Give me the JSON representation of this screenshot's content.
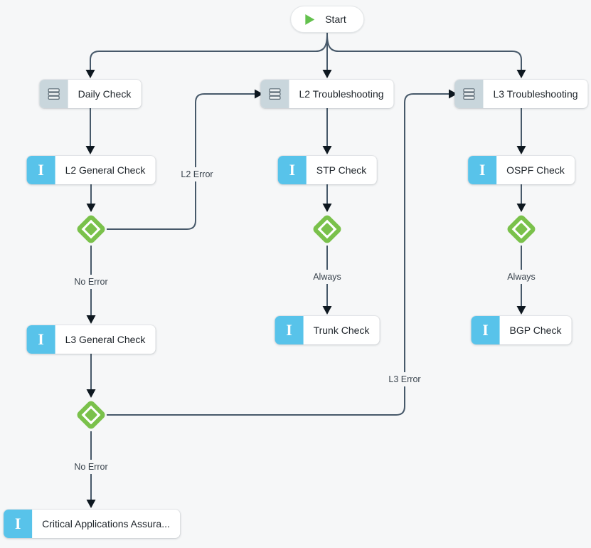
{
  "diagram": {
    "colors": {
      "background": "#f6f7f8",
      "edge_line": "#47596a",
      "arrowhead": "#0e1820",
      "decision_green": "#7ac14b",
      "play_green": "#63c14d",
      "info_blue": "#58c3ea",
      "task_icon_gray": "#c9d6dc",
      "node_background": "#ffffff"
    },
    "icon_glyphs": {
      "instruction": "I"
    },
    "nodes": {
      "start": {
        "label": "Start",
        "icon": "play-icon"
      },
      "daily_check": {
        "label": "Daily Check",
        "icon": "stack-icon"
      },
      "l2_troubleshooting": {
        "label": "L2 Troubleshooting",
        "icon": "stack-icon"
      },
      "l3_troubleshooting": {
        "label": "L3 Troubleshooting",
        "icon": "stack-icon"
      },
      "l2_general_check": {
        "label": "L2 General Check",
        "icon": "info-icon"
      },
      "stp_check": {
        "label": "STP Check",
        "icon": "info-icon"
      },
      "ospf_check": {
        "label": "OSPF Check",
        "icon": "info-icon"
      },
      "l3_general_check": {
        "label": "L3 General Check",
        "icon": "info-icon"
      },
      "trunk_check": {
        "label": "Trunk Check",
        "icon": "info-icon"
      },
      "bgp_check": {
        "label": "BGP Check",
        "icon": "info-icon"
      },
      "critical_applications_assurance": {
        "label": "Critical Applications Assura...",
        "icon": "info-icon"
      }
    },
    "edge_labels": {
      "l2_error": "L2 Error",
      "no_error_1": "No Error",
      "no_error_2": "No Error",
      "always_mid": "Always",
      "always_right": "Always",
      "l3_error": "L3 Error"
    }
  }
}
